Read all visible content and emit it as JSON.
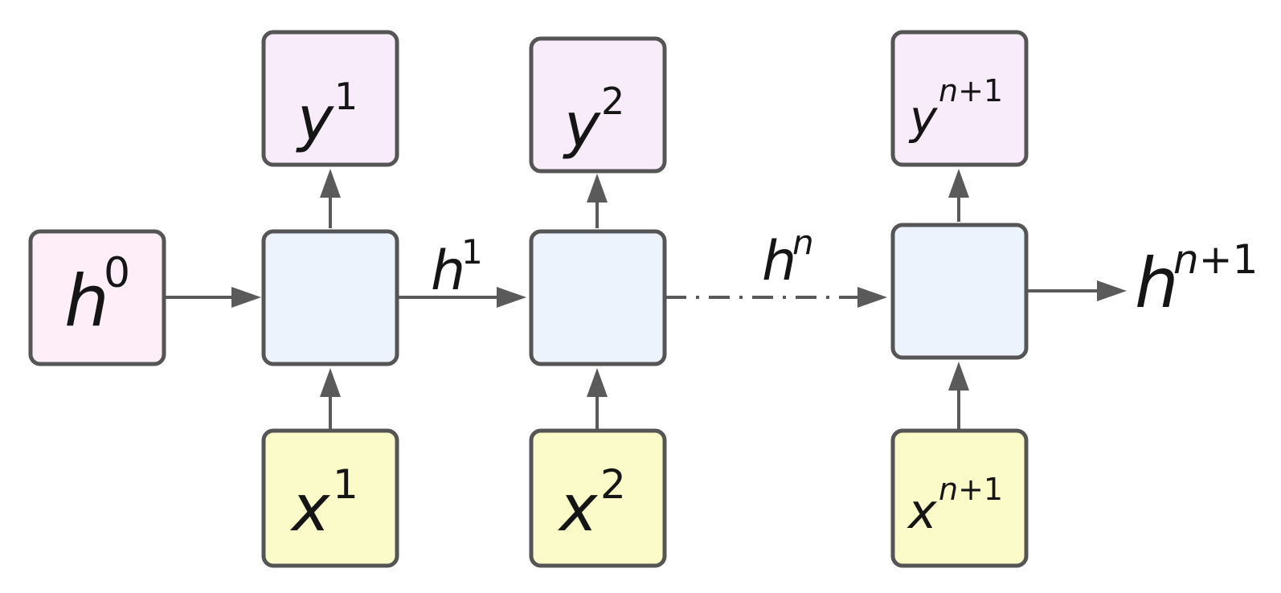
{
  "nodes": {
    "h0": {
      "base": "h",
      "sup": "0"
    },
    "y1": {
      "base": "y",
      "sup": "1"
    },
    "y2": {
      "base": "y",
      "sup": "2"
    },
    "y_n1": {
      "base": "y",
      "sup_var": "n",
      "sup_rest": "+1"
    },
    "x1": {
      "base": "x",
      "sup": "1"
    },
    "x2": {
      "base": "x",
      "sup": "2"
    },
    "x_n1": {
      "base": "x",
      "sup_var": "n",
      "sup_rest": "+1"
    },
    "cells": [
      "",
      "",
      ""
    ]
  },
  "edges": {
    "h1": {
      "base": "h",
      "sup": "1"
    },
    "hn": {
      "base": "h",
      "sup": "n"
    },
    "h_n1": {
      "base": "h",
      "sup_var": "n",
      "sup_rest": "+1"
    }
  },
  "colors": {
    "hidden_state_fill": "#fdeef8",
    "output_fill": "#f8ecfb",
    "cell_fill": "#edf3fd",
    "input_fill": "#fafbc8",
    "stroke": "#555555"
  }
}
